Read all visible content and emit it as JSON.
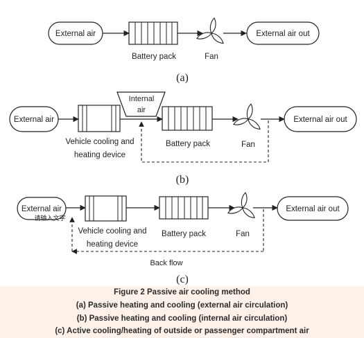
{
  "diagrams": [
    {
      "id": "a",
      "panel_label": "(a)",
      "nodes": {
        "external_air": "External air",
        "battery_pack": "Battery pack",
        "fan": "Fan",
        "external_air_out": "External air out"
      }
    },
    {
      "id": "b",
      "panel_label": "(b)",
      "nodes": {
        "external_air": "External air",
        "vehicle_device_line1": "Vehicle cooling and",
        "vehicle_device_line2": "heating device",
        "internal_air_line1": "Internal",
        "internal_air_line2": "air",
        "battery_pack": "Battery pack",
        "fan": "Fan",
        "external_air_out": "External air out"
      }
    },
    {
      "id": "c",
      "panel_label": "(c)",
      "nodes": {
        "external_air": "External air",
        "watermark_text": "请输入文字",
        "vehicle_device_line1": "Vehicle cooling and",
        "vehicle_device_line2": "heating device",
        "battery_pack": "Battery pack",
        "fan": "Fan",
        "external_air_out": "External air out",
        "back_flow": "Back flow"
      }
    }
  ],
  "caption": {
    "title": "Figure 2 Passive air cooling method",
    "line_a": "(a) Passive heating and cooling (external air circulation)",
    "line_b": "(b) Passive heating and cooling (internal air circulation)",
    "line_c": "(c) Active cooling/heating of outside or passenger compartment air"
  },
  "colors": {
    "stroke": "#222222",
    "caption_bg": "#fdf1ea"
  }
}
